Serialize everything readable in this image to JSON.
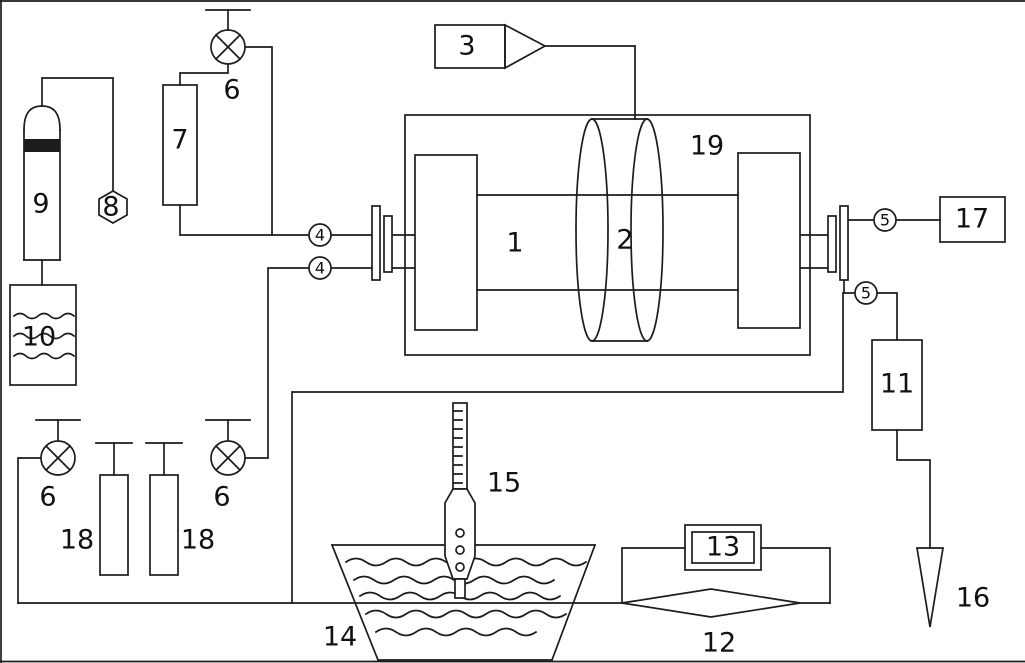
{
  "diagram": {
    "colors": {
      "line": "#1c1c1c",
      "background": "#ffffff"
    },
    "labels": {
      "c1": "1",
      "c2": "2",
      "c3": "3",
      "c4_top": "4",
      "c4_bottom": "4",
      "c5_top": "5",
      "c5_bottom": "5",
      "c6_top": "6",
      "c6_bottom_left": "6",
      "c6_bottom_right": "6",
      "c7": "7",
      "c8": "8",
      "c9": "9",
      "c10": "10",
      "c11": "11",
      "c12": "12",
      "c13": "13",
      "c14": "14",
      "c15": "15",
      "c16": "16",
      "c17": "17",
      "c18_left": "18",
      "c18_right": "18",
      "c19": "19"
    }
  }
}
